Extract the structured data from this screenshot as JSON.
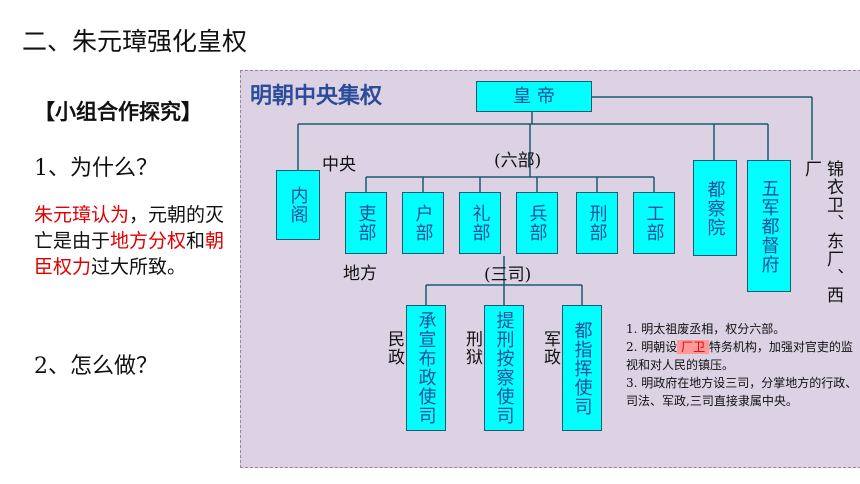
{
  "slide": {
    "title": "二、朱元璋强化皇权",
    "subhead": "【小组合作探究】",
    "q1": "1、为什么？",
    "para": {
      "p1_red": "朱元璋认为",
      "p2": "，元朝的灭亡是由于",
      "p3_red": "地方分权",
      "p4": "和",
      "p5_red": "朝臣权力",
      "p6": "过大所致。"
    },
    "q2": "2、怎么做？"
  },
  "diagram": {
    "title": "明朝中央集权",
    "emperor": "皇  帝",
    "central_label": "中央",
    "six_label": "(六部)",
    "local_label": "地方",
    "three_label": "(三司)",
    "neige": "内阁",
    "ministries": [
      "吏部",
      "户部",
      "礼部",
      "兵部",
      "刑部",
      "工部"
    ],
    "duchayuan": "都察院",
    "wujun": "五军都督府",
    "jinyiwei": "锦衣卫、东厂、西厂",
    "si_labels": [
      "民政",
      "刑狱",
      "军政"
    ],
    "three_si": [
      "承宣布政使司",
      "提刑按察使司",
      "都指挥使司"
    ],
    "notes": {
      "n1": "1. 明太祖废丞相，权分六部。",
      "n2_a": "2. 明朝设",
      "n2_hl": " 厂卫 ",
      "n2_b": "特务机构，加强对官吏的监视和对人民的镇压。",
      "n3": "3. 明政府在地方设三司，分掌地方的行政、司法、军政,三司直接隶属中央。"
    }
  }
}
